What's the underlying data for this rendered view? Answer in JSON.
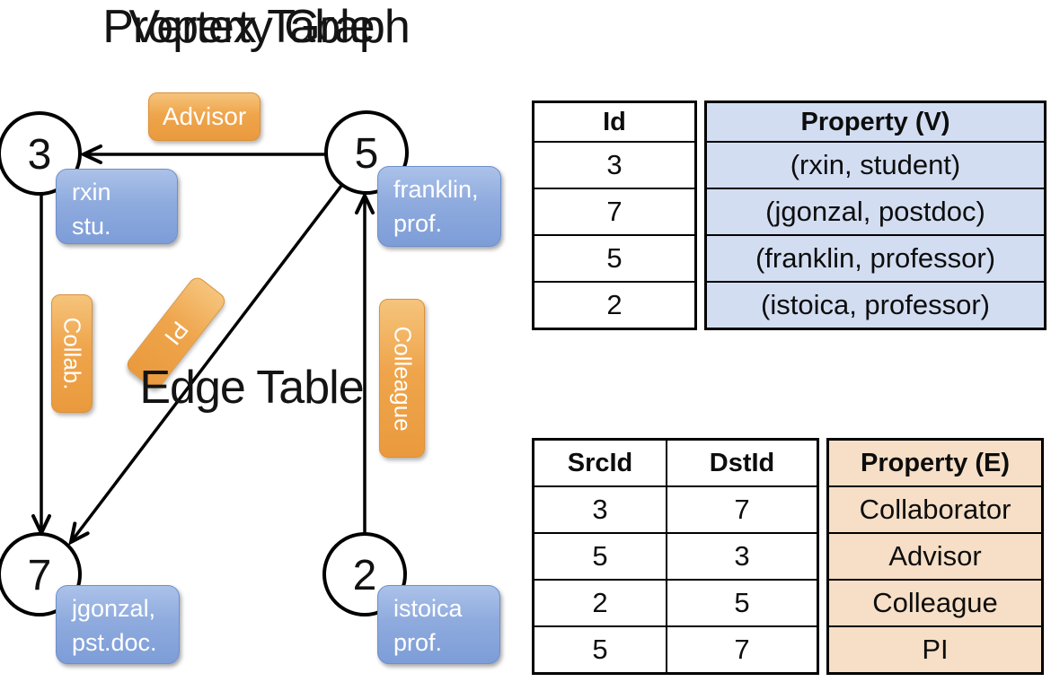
{
  "titles": {
    "graph": "Property Graph",
    "vertex_table": "Vertex Table",
    "edge_table": "Edge Table"
  },
  "graph": {
    "nodes": [
      {
        "id": "3",
        "prop1": "rxin",
        "prop2": "stu."
      },
      {
        "id": "5",
        "prop1": "franklin,",
        "prop2": "prof."
      },
      {
        "id": "7",
        "prop1": "jgonzal,",
        "prop2": "pst.doc."
      },
      {
        "id": "2",
        "prop1": "istoica",
        "prop2": "prof."
      }
    ],
    "edge_labels": [
      {
        "text": "Advisor",
        "from": "5",
        "to": "3"
      },
      {
        "text": "Collab.",
        "from": "3",
        "to": "7"
      },
      {
        "text": "PI",
        "from": "5",
        "to": "7"
      },
      {
        "text": "Colleague",
        "from": "2",
        "to": "5"
      }
    ]
  },
  "vertex_table": {
    "columns": [
      "Id",
      "Property (V)"
    ],
    "rows": [
      [
        "3",
        "(rxin, student)"
      ],
      [
        "7",
        "(jgonzal, postdoc)"
      ],
      [
        "5",
        "(franklin, professor)"
      ],
      [
        "2",
        "(istoica, professor)"
      ]
    ]
  },
  "edge_table": {
    "columns": [
      "SrcId",
      "DstId",
      "Property (E)"
    ],
    "rows": [
      [
        "3",
        "7",
        "Collaborator"
      ],
      [
        "5",
        "3",
        "Advisor"
      ],
      [
        "2",
        "5",
        "Colleague"
      ],
      [
        "5",
        "7",
        "PI"
      ]
    ]
  },
  "colors": {
    "vertex_property_fill": "#d2ddf1",
    "edge_property_fill": "#f6dfc6",
    "node_box_blue": "#84a3db",
    "edge_label_orange": "#efa54c",
    "line": "#000000"
  }
}
